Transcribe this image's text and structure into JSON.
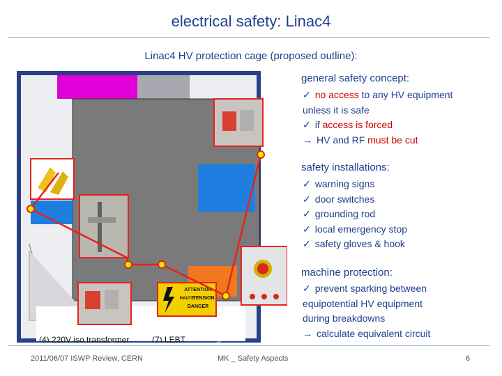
{
  "slide": {
    "title": "electrical safety: Linac4",
    "subtitle": "Linac4 HV protection cage (proposed outline):"
  },
  "legend": {
    "item4": "(4) 220V iso transformer",
    "item7": "(7) LEBT"
  },
  "warning_sign": {
    "line1": "ATTENTION",
    "line2a": "HAUTE",
    "line2b": "TENSION",
    "line3": "DANGER"
  },
  "concept": {
    "heading": "general safety concept:",
    "line1_prefix": "no access",
    "line1_suffix": " to any HV equipment",
    "line2": "unless it is safe",
    "line3_prefix": "if ",
    "line3_red": "access is forced",
    "line4_prefix": "HV and RF ",
    "line4_red": "must be cut"
  },
  "installations": {
    "heading": "safety installations:",
    "items": [
      "warning signs",
      "door switches",
      "grounding rod",
      "local emergency stop",
      "safety gloves & hook"
    ]
  },
  "protection": {
    "heading": "machine protection:",
    "line1": "prevent sparking between",
    "line2": "equipotential HV equipment",
    "line3": "during breakdowns",
    "line4": "calculate equivalent circuit"
  },
  "footer": {
    "date_event": "2011/06/07   ISWP Review, CERN",
    "center": "MK _ Safety Aspects",
    "page": "6"
  },
  "colors": {
    "title_blue": "#1f3f8c",
    "accent_red": "#cc0000",
    "cage_red": "#e8221c",
    "marker_yellow": "#ffe600",
    "magenta": "#e000d8",
    "blue_block": "#1f7fe0",
    "orange_block": "#f07820",
    "gray_floor": "#7a7a7a"
  }
}
